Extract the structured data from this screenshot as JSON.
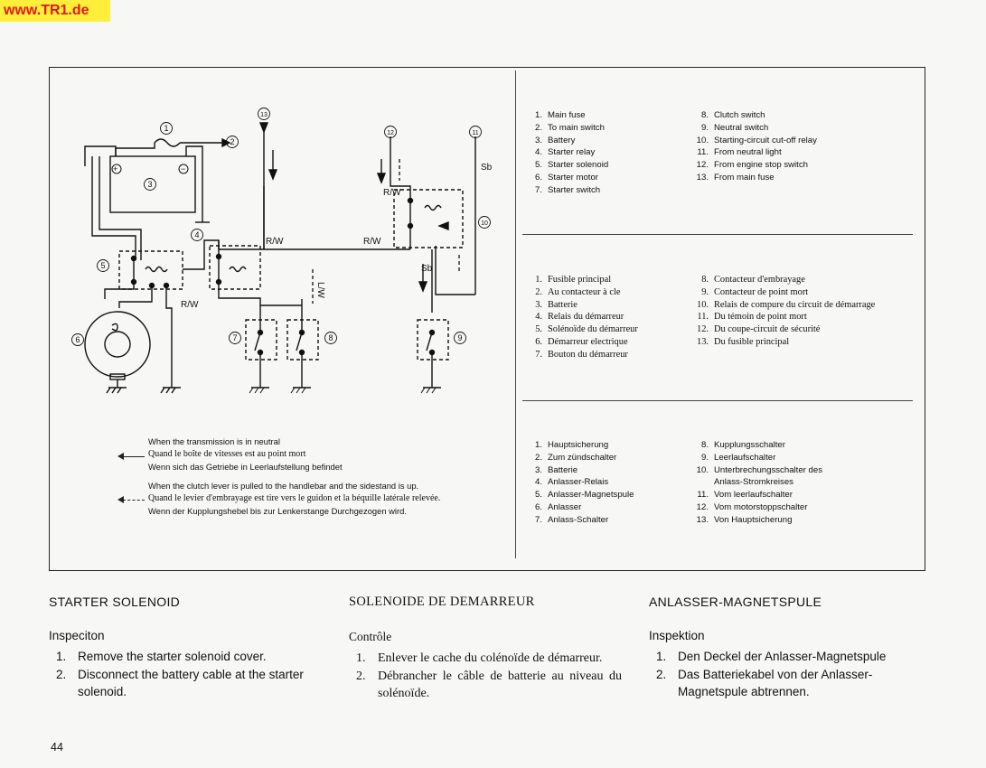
{
  "watermark": "www.TR1.de",
  "diagram": {
    "wire_labels": {
      "rw1": "R/W",
      "rw2": "R/W",
      "rw3": "R/W",
      "rw4": "R/W",
      "sb1": "Sb",
      "sb2": "Sb",
      "lw": "L/W"
    },
    "callouts": [
      "1",
      "2",
      "3",
      "4",
      "5",
      "6",
      "7",
      "8",
      "9",
      "10",
      "11",
      "12",
      "13"
    ]
  },
  "legend": {
    "en": {
      "left": [
        {
          "num": "1.",
          "text": "Main fuse"
        },
        {
          "num": "2.",
          "text": "To main switch"
        },
        {
          "num": "3.",
          "text": "Battery"
        },
        {
          "num": "4.",
          "text": "Starter relay"
        },
        {
          "num": "5.",
          "text": "Starter solenoid"
        },
        {
          "num": "6.",
          "text": "Starter motor"
        },
        {
          "num": "7.",
          "text": "Starter switch"
        }
      ],
      "right": [
        {
          "num": "8.",
          "text": "Clutch switch"
        },
        {
          "num": "9.",
          "text": "Neutral switch"
        },
        {
          "num": "10.",
          "text": "Starting-circuit cut-off relay"
        },
        {
          "num": "11.",
          "text": "From neutral light"
        },
        {
          "num": "12.",
          "text": "From engine stop switch"
        },
        {
          "num": "13.",
          "text": "From main fuse"
        }
      ]
    },
    "fr": {
      "left": [
        {
          "num": "1.",
          "text": "Fusible principal"
        },
        {
          "num": "2.",
          "text": "Au contacteur à cle"
        },
        {
          "num": "3.",
          "text": "Batterie"
        },
        {
          "num": "4.",
          "text": "Relais du démarreur"
        },
        {
          "num": "5.",
          "text": "Solénoïde du démarreur"
        },
        {
          "num": "6.",
          "text": "Démarreur electrique"
        },
        {
          "num": "7.",
          "text": "Bouton du démarreur"
        }
      ],
      "right": [
        {
          "num": "8.",
          "text": "Contacteur d'embrayage"
        },
        {
          "num": "9.",
          "text": "Contacteur de point mort"
        },
        {
          "num": "10.",
          "text": "Relais de compure du circuit de démarrage"
        },
        {
          "num": "11.",
          "text": "Du témoin de point mort"
        },
        {
          "num": "12.",
          "text": "Du coupe-circuit de sécurité"
        },
        {
          "num": "13.",
          "text": "Du fusible principal"
        }
      ]
    },
    "de": {
      "left": [
        {
          "num": "1.",
          "text": "Hauptsicherung"
        },
        {
          "num": "2.",
          "text": "Zum zündschalter"
        },
        {
          "num": "3.",
          "text": "Batterie"
        },
        {
          "num": "4.",
          "text": "Anlasser-Relais"
        },
        {
          "num": "5.",
          "text": "Anlasser-Magnetspule"
        },
        {
          "num": "6.",
          "text": "Anlasser"
        },
        {
          "num": "7.",
          "text": "Anlass-Schalter"
        }
      ],
      "right": [
        {
          "num": "8.",
          "text": "Kupplungsschalter"
        },
        {
          "num": "9.",
          "text": "Leerlaufschalter"
        },
        {
          "num": "10.",
          "text": "Unterbrechungsschalter des"
        },
        {
          "num": "",
          "text": "Anlass-Stromkreises"
        },
        {
          "num": "11.",
          "text": "Vom leerlaufschalter"
        },
        {
          "num": "12.",
          "text": "Vom motorstoppschalter"
        },
        {
          "num": "13.",
          "text": "Von Hauptsicherung"
        }
      ]
    }
  },
  "notes": {
    "solid": [
      "When the transmission is in neutral",
      "Quand le boîte de vitesses est au point mort",
      "Wenn sich das Getriebe in Leerlaufstellung befindet"
    ],
    "dashed": [
      "When the clutch lever is pulled to the handlebar and the sidestand is up.",
      "Quand le levier d'embrayage est tire vers le guidon et la béquille latérale relevée.",
      "Wenn der Kupplungshebel bis zur Lenkerstange Durchgezogen wird."
    ]
  },
  "sections": {
    "en": {
      "title": "STARTER SOLENOID",
      "subtitle": "Inspeciton",
      "steps": [
        {
          "n": "1.",
          "text": "Remove the starter solenoid cover."
        },
        {
          "n": "2.",
          "text": "Disconnect the battery cable at the starter solenoid."
        }
      ]
    },
    "fr": {
      "title": "SOLENOIDE DE DEMARREUR",
      "subtitle": "Contrôle",
      "steps": [
        {
          "n": "1.",
          "text": "Enlever le cache du colénoïde de démarreur."
        },
        {
          "n": "2.",
          "text": "Débrancher le câble de batterie au niveau du solénoïde."
        }
      ]
    },
    "de": {
      "title": "ANLASSER-MAGNETSPULE",
      "subtitle": "Inspektion",
      "steps": [
        {
          "n": "1.",
          "text": "Den Deckel der Anlasser-Magnetspule"
        },
        {
          "n": "2.",
          "text": "Das Batteriekabel von der Anlasser-Magnetspule abtrennen."
        }
      ]
    }
  },
  "page_number": "44"
}
